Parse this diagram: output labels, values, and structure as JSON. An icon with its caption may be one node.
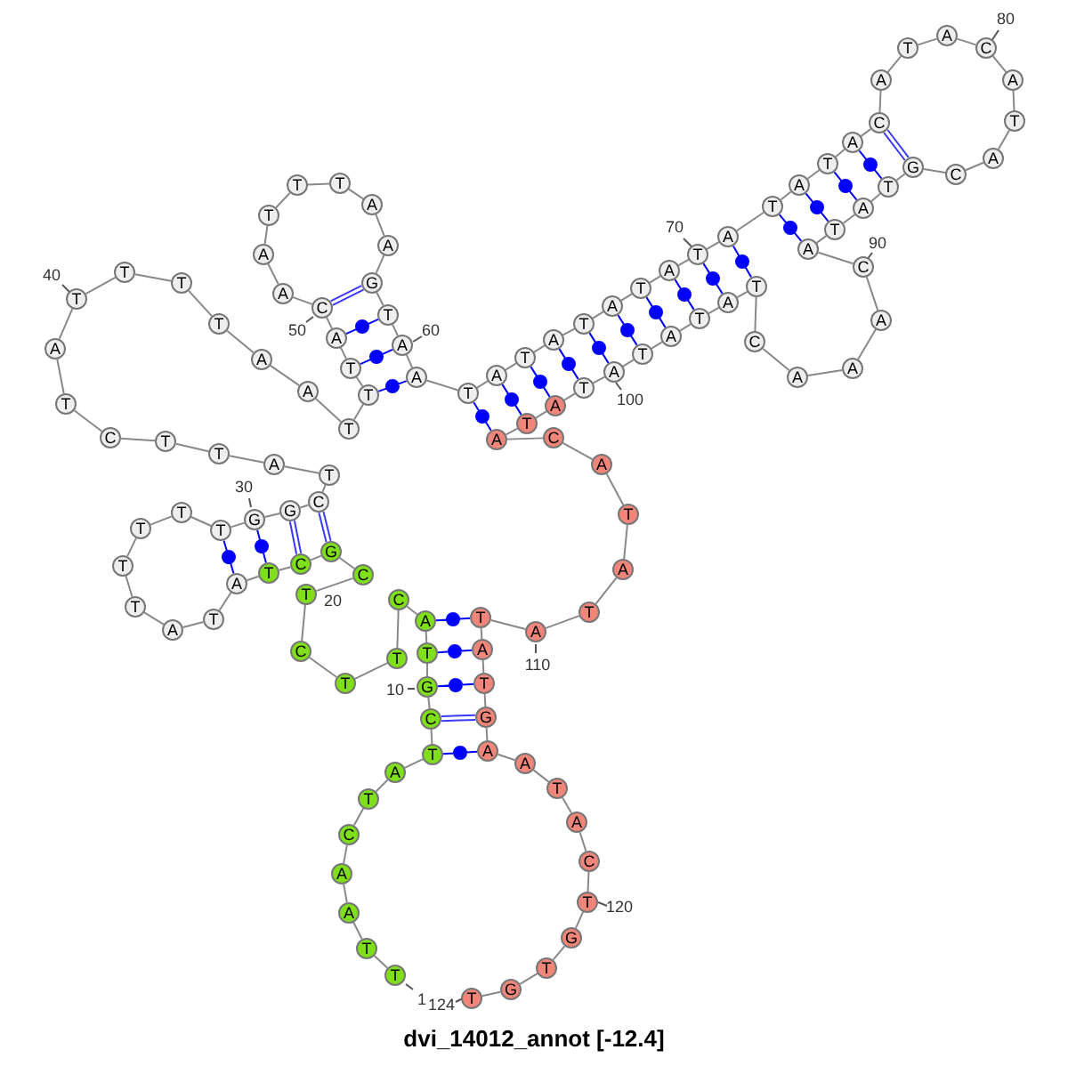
{
  "diagram": {
    "title": "dvi_14012_annot [-12.4]",
    "nodes": [
      {
        "text": [
          "T"
        ]
      },
      {
        "text": [
          "T"
        ]
      },
      {
        "text": [
          "A"
        ]
      },
      {
        "text": [
          "A"
        ]
      },
      {
        "text": [
          "C"
        ]
      },
      {
        "text": [
          "T"
        ]
      },
      {
        "text": [
          "A"
        ]
      },
      {
        "text": [
          "T"
        ]
      },
      {
        "text": [
          "C"
        ]
      },
      {
        "text": [
          "G"
        ]
      },
      {
        "text": [
          "T"
        ]
      },
      {
        "text": [
          "A"
        ]
      },
      {
        "text": [
          "C"
        ]
      },
      {
        "text": [
          "T"
        ]
      },
      {
        "text": [
          "T"
        ]
      },
      {
        "text": [
          "C"
        ]
      },
      {
        "text": [
          "T"
        ]
      },
      {
        "text": [
          "C"
        ]
      },
      {
        "text": [
          "G"
        ]
      },
      {
        "text": [
          "C"
        ]
      },
      {
        "text": [
          "T"
        ]
      },
      {
        "text": [
          "A"
        ]
      },
      {
        "text": [
          "T"
        ]
      },
      {
        "text": [
          "A"
        ]
      },
      {
        "text": [
          "T"
        ]
      },
      {
        "text": [
          "T"
        ]
      },
      {
        "text": [
          "T"
        ]
      },
      {
        "text": [
          "T"
        ]
      },
      {
        "text": [
          "T"
        ]
      },
      {
        "text": [
          "G"
        ]
      },
      {
        "text": [
          "G"
        ]
      },
      {
        "text": [
          "C"
        ]
      },
      {
        "text": [
          "T"
        ]
      },
      {
        "text": [
          "A"
        ]
      },
      {
        "text": [
          "T"
        ]
      },
      {
        "text": [
          "T"
        ]
      },
      {
        "text": [
          "C"
        ]
      },
      {
        "text": [
          "T"
        ]
      },
      {
        "text": [
          "A"
        ]
      },
      {
        "text": [
          "T"
        ]
      },
      {
        "text": [
          "T"
        ]
      },
      {
        "text": [
          "T"
        ]
      },
      {
        "text": [
          "T"
        ]
      },
      {
        "text": [
          "A"
        ]
      },
      {
        "text": [
          "A"
        ]
      },
      {
        "text": [
          "T"
        ]
      },
      {
        "text": [
          "T"
        ]
      },
      {
        "text": [
          "T"
        ]
      },
      {
        "text": [
          "A"
        ]
      },
      {
        "text": [
          "C"
        ]
      },
      {
        "text": [
          "A"
        ]
      },
      {
        "text": [
          "A"
        ]
      },
      {
        "text": [
          "T"
        ]
      },
      {
        "text": [
          "T"
        ]
      },
      {
        "text": [
          "T"
        ]
      },
      {
        "text": [
          "A"
        ]
      },
      {
        "text": [
          "A"
        ]
      },
      {
        "text": [
          "G"
        ]
      },
      {
        "text": [
          "T"
        ]
      },
      {
        "text": [
          "A"
        ]
      },
      {
        "text": [
          "A"
        ]
      },
      {
        "text": [
          "T"
        ]
      },
      {
        "text": [
          "A"
        ]
      },
      {
        "text": [
          "T"
        ]
      },
      {
        "text": [
          "A"
        ]
      },
      {
        "text": [
          "T"
        ]
      },
      {
        "text": [
          "A"
        ]
      },
      {
        "text": [
          "T"
        ]
      },
      {
        "text": [
          "A"
        ]
      },
      {
        "text": [
          "T"
        ]
      },
      {
        "text": [
          "A"
        ]
      },
      {
        "text": [
          "T"
        ]
      },
      {
        "text": [
          "A"
        ]
      },
      {
        "text": [
          "T"
        ]
      },
      {
        "text": [
          "A"
        ]
      },
      {
        "text": [
          "C"
        ]
      },
      {
        "text": [
          "A"
        ]
      },
      {
        "text": [
          "T"
        ]
      },
      {
        "text": [
          "A"
        ]
      },
      {
        "text": [
          "C"
        ]
      },
      {
        "text": [
          "A"
        ]
      },
      {
        "text": [
          "T"
        ]
      },
      {
        "text": [
          "A"
        ]
      },
      {
        "text": [
          "C"
        ]
      },
      {
        "text": [
          "G"
        ]
      },
      {
        "text": [
          "T"
        ]
      },
      {
        "text": [
          "A"
        ]
      },
      {
        "text": [
          "T"
        ]
      },
      {
        "text": [
          "A"
        ]
      },
      {
        "text": [
          "C"
        ]
      },
      {
        "text": [
          "A"
        ]
      },
      {
        "text": [
          "A"
        ]
      },
      {
        "text": [
          "A"
        ]
      },
      {
        "text": [
          "C"
        ]
      },
      {
        "text": [
          "T"
        ]
      },
      {
        "text": [
          "A"
        ]
      },
      {
        "text": [
          "T"
        ]
      },
      {
        "text": [
          "A"
        ]
      },
      {
        "text": [
          "T"
        ]
      },
      {
        "text": [
          "A"
        ]
      },
      {
        "text": [
          "T"
        ]
      },
      {
        "text": [
          "A"
        ]
      },
      {
        "text": [
          "T"
        ]
      },
      {
        "text": [
          "A"
        ]
      },
      {
        "text": [
          "C"
        ]
      },
      {
        "text": [
          "A"
        ]
      },
      {
        "text": [
          "T"
        ]
      },
      {
        "text": [
          "A"
        ]
      },
      {
        "text": [
          "T"
        ]
      },
      {
        "text": [
          "A"
        ]
      },
      {
        "text": [
          "T"
        ]
      },
      {
        "text": [
          "A"
        ]
      },
      {
        "text": [
          "T"
        ]
      },
      {
        "text": [
          "G"
        ]
      },
      {
        "text": [
          "A"
        ]
      },
      {
        "text": [
          "A"
        ]
      },
      {
        "text": [
          "T"
        ]
      },
      {
        "text": [
          "A"
        ]
      },
      {
        "text": [
          "C"
        ]
      },
      {
        "text": [
          "T"
        ]
      },
      {
        "text": [
          "G"
        ]
      },
      {
        "text": [
          "T"
        ]
      },
      {
        "text": [
          "G"
        ]
      },
      {
        "text": [
          "T"
        ]
      }
    ],
    "edges": [
      {
        "from": 0,
        "to": 1,
        "arrow": "none"
      },
      {
        "from": 1,
        "to": 2,
        "arrow": "none"
      },
      {
        "from": 2,
        "to": 3,
        "arrow": "none"
      },
      {
        "from": 3,
        "to": 4,
        "arrow": "none"
      },
      {
        "from": 4,
        "to": 5,
        "arrow": "none"
      },
      {
        "from": 5,
        "to": 6,
        "arrow": "none"
      },
      {
        "from": 6,
        "to": 7,
        "arrow": "none"
      },
      {
        "from": 7,
        "to": 8,
        "arrow": "none"
      },
      {
        "from": 8,
        "to": 9,
        "arrow": "none"
      },
      {
        "from": 9,
        "to": 10,
        "arrow": "none"
      },
      {
        "from": 10,
        "to": 11,
        "arrow": "none"
      },
      {
        "from": 11,
        "to": 12,
        "arrow": "none"
      },
      {
        "from": 12,
        "to": 13,
        "arrow": "none"
      },
      {
        "from": 13,
        "to": 14,
        "arrow": "none"
      },
      {
        "from": 14,
        "to": 15,
        "arrow": "none"
      },
      {
        "from": 15,
        "to": 16,
        "arrow": "none"
      },
      {
        "from": 16,
        "to": 17,
        "arrow": "none"
      },
      {
        "from": 17,
        "to": 18,
        "arrow": "none"
      },
      {
        "from": 18,
        "to": 19,
        "arrow": "none"
      },
      {
        "from": 19,
        "to": 20,
        "arrow": "none"
      },
      {
        "from": 20,
        "to": 21,
        "arrow": "none"
      },
      {
        "from": 21,
        "to": 22,
        "arrow": "none"
      },
      {
        "from": 22,
        "to": 23,
        "arrow": "none"
      },
      {
        "from": 23,
        "to": 24,
        "arrow": "none"
      },
      {
        "from": 24,
        "to": 25,
        "arrow": "none"
      },
      {
        "from": 25,
        "to": 26,
        "arrow": "none"
      },
      {
        "from": 26,
        "to": 27,
        "arrow": "none"
      },
      {
        "from": 27,
        "to": 28,
        "arrow": "none"
      },
      {
        "from": 28,
        "to": 29,
        "arrow": "none"
      },
      {
        "from": 29,
        "to": 30,
        "arrow": "none"
      },
      {
        "from": 30,
        "to": 31,
        "arrow": "none"
      },
      {
        "from": 31,
        "to": 32,
        "arrow": "none"
      },
      {
        "from": 32,
        "to": 33,
        "arrow": "none"
      },
      {
        "from": 33,
        "to": 34,
        "arrow": "none"
      },
      {
        "from": 34,
        "to": 35,
        "arrow": "none"
      },
      {
        "from": 35,
        "to": 36,
        "arrow": "none"
      },
      {
        "from": 36,
        "to": 37,
        "arrow": "none"
      },
      {
        "from": 37,
        "to": 38,
        "arrow": "none"
      },
      {
        "from": 38,
        "to": 39,
        "arrow": "none"
      },
      {
        "from": 39,
        "to": 40,
        "arrow": "none"
      },
      {
        "from": 40,
        "to": 41,
        "arrow": "none"
      },
      {
        "from": 41,
        "to": 42,
        "arrow": "none"
      },
      {
        "from": 42,
        "to": 43,
        "arrow": "none"
      },
      {
        "from": 43,
        "to": 44,
        "arrow": "none"
      },
      {
        "from": 44,
        "to": 45,
        "arrow": "none"
      },
      {
        "from": 45,
        "to": 46,
        "arrow": "none"
      },
      {
        "from": 46,
        "to": 47,
        "arrow": "none"
      },
      {
        "from": 47,
        "to": 48,
        "arrow": "none"
      },
      {
        "from": 48,
        "to": 49,
        "arrow": "none"
      },
      {
        "from": 49,
        "to": 50,
        "arrow": "none"
      },
      {
        "from": 50,
        "to": 51,
        "arrow": "none"
      },
      {
        "from": 51,
        "to": 52,
        "arrow": "none"
      },
      {
        "from": 52,
        "to": 53,
        "arrow": "none"
      },
      {
        "from": 53,
        "to": 54,
        "arrow": "none"
      },
      {
        "from": 54,
        "to": 55,
        "arrow": "none"
      },
      {
        "from": 55,
        "to": 56,
        "arrow": "none"
      },
      {
        "from": 56,
        "to": 57,
        "arrow": "none"
      },
      {
        "from": 57,
        "to": 58,
        "arrow": "none"
      },
      {
        "from": 58,
        "to": 59,
        "arrow": "none"
      },
      {
        "from": 59,
        "to": 60,
        "arrow": "none"
      },
      {
        "from": 60,
        "to": 61,
        "arrow": "none"
      },
      {
        "from": 61,
        "to": 62,
        "arrow": "none"
      },
      {
        "from": 62,
        "to": 63,
        "arrow": "none"
      },
      {
        "from": 63,
        "to": 64,
        "arrow": "none"
      },
      {
        "from": 64,
        "to": 65,
        "arrow": "none"
      },
      {
        "from": 65,
        "to": 66,
        "arrow": "none"
      },
      {
        "from": 66,
        "to": 67,
        "arrow": "none"
      },
      {
        "from": 67,
        "to": 68,
        "arrow": "none"
      },
      {
        "from": 68,
        "to": 69,
        "arrow": "none"
      },
      {
        "from": 69,
        "to": 70,
        "arrow": "none"
      },
      {
        "from": 70,
        "to": 71,
        "arrow": "none"
      },
      {
        "from": 71,
        "to": 72,
        "arrow": "none"
      },
      {
        "from": 72,
        "to": 73,
        "arrow": "none"
      },
      {
        "from": 73,
        "to": 74,
        "arrow": "none"
      },
      {
        "from": 74,
        "to": 75,
        "arrow": "none"
      },
      {
        "from": 75,
        "to": 76,
        "arrow": "none"
      },
      {
        "from": 76,
        "to": 77,
        "arrow": "none"
      },
      {
        "from": 77,
        "to": 78,
        "arrow": "none"
      },
      {
        "from": 78,
        "to": 79,
        "arrow": "none"
      },
      {
        "from": 79,
        "to": 80,
        "arrow": "none"
      },
      {
        "from": 80,
        "to": 81,
        "arrow": "none"
      },
      {
        "from": 81,
        "to": 82,
        "arrow": "none"
      },
      {
        "from": 82,
        "to": 83,
        "arrow": "none"
      },
      {
        "from": 83,
        "to": 84,
        "arrow": "none"
      },
      {
        "from": 84,
        "to": 85,
        "arrow": "none"
      },
      {
        "from": 85,
        "to": 86,
        "arrow": "none"
      },
      {
        "from": 86,
        "to": 87,
        "arrow": "none"
      },
      {
        "from": 87,
        "to": 88,
        "arrow": "none"
      },
      {
        "from": 88,
        "to": 89,
        "arrow": "none"
      },
      {
        "from": 89,
        "to": 90,
        "arrow": "none"
      },
      {
        "from": 90,
        "to": 91,
        "arrow": "none"
      },
      {
        "from": 91,
        "to": 92,
        "arrow": "none"
      },
      {
        "from": 92,
        "to": 93,
        "arrow": "none"
      },
      {
        "from": 93,
        "to": 94,
        "arrow": "none"
      },
      {
        "from": 94,
        "to": 95,
        "arrow": "none"
      },
      {
        "from": 95,
        "to": 96,
        "arrow": "none"
      },
      {
        "from": 96,
        "to": 97,
        "arrow": "none"
      },
      {
        "from": 97,
        "to": 98,
        "arrow": "none"
      },
      {
        "from": 98,
        "to": 99,
        "arrow": "none"
      },
      {
        "from": 99,
        "to": 100,
        "arrow": "none"
      },
      {
        "from": 100,
        "to": 101,
        "arrow": "none"
      },
      {
        "from": 101,
        "to": 102,
        "arrow": "none"
      },
      {
        "from": 102,
        "to": 103,
        "arrow": "none"
      },
      {
        "from": 103,
        "to": 104,
        "arrow": "none"
      },
      {
        "from": 104,
        "to": 105,
        "arrow": "none"
      },
      {
        "from": 105,
        "to": 106,
        "arrow": "none"
      },
      {
        "from": 106,
        "to": 107,
        "arrow": "none"
      },
      {
        "from": 107,
        "to": 108,
        "arrow": "none"
      },
      {
        "from": 108,
        "to": 109,
        "arrow": "none"
      },
      {
        "from": 109,
        "to": 110,
        "arrow": "none"
      },
      {
        "from": 110,
        "to": 111,
        "arrow": "none"
      },
      {
        "from": 111,
        "to": 112,
        "arrow": "none"
      },
      {
        "from": 112,
        "to": 113,
        "arrow": "none"
      },
      {
        "from": 113,
        "to": 114,
        "arrow": "none"
      },
      {
        "from": 114,
        "to": 115,
        "arrow": "none"
      },
      {
        "from": 115,
        "to": 116,
        "arrow": "none"
      },
      {
        "from": 116,
        "to": 117,
        "arrow": "none"
      },
      {
        "from": 117,
        "to": 118,
        "arrow": "none"
      },
      {
        "from": 118,
        "to": 119,
        "arrow": "none"
      },
      {
        "from": 119,
        "to": 120,
        "arrow": "none"
      },
      {
        "from": 120,
        "to": 121,
        "arrow": "none"
      },
      {
        "from": 121,
        "to": 122,
        "arrow": "none"
      },
      {
        "from": 122,
        "to": 123,
        "arrow": "none"
      },
      {
        "from": 7,
        "to": 114,
        "arrow": "none",
        "color": "#0000ff"
      },
      {
        "from": 8,
        "to": 113,
        "arrow": "none",
        "color": "#3a3aff"
      },
      {
        "from": 9,
        "to": 112,
        "arrow": "none",
        "color": "#0000ff"
      },
      {
        "from": 10,
        "to": 111,
        "arrow": "none",
        "color": "#0000ff"
      },
      {
        "from": 11,
        "to": 110,
        "arrow": "none",
        "color": "#0000ff"
      },
      {
        "from": 18,
        "to": 31,
        "arrow": "none",
        "color": "#3a3aff"
      },
      {
        "from": 19,
        "to": 30,
        "arrow": "none",
        "color": "#3a3aff"
      },
      {
        "from": 20,
        "to": 29,
        "arrow": "none",
        "color": "#0000ff"
      },
      {
        "from": 21,
        "to": 28,
        "arrow": "none",
        "color": "#0000ff"
      },
      {
        "from": 46,
        "to": 60,
        "arrow": "none",
        "color": "#0000ff"
      },
      {
        "from": 47,
        "to": 59,
        "arrow": "none",
        "color": "#0000ff"
      },
      {
        "from": 48,
        "to": 58,
        "arrow": "none",
        "color": "#0000ff"
      },
      {
        "from": 49,
        "to": 57,
        "arrow": "none",
        "color": "#3a3aff"
      },
      {
        "from": 61,
        "to": 103,
        "arrow": "none",
        "color": "#0000ff"
      },
      {
        "from": 62,
        "to": 102,
        "arrow": "none",
        "color": "#0000ff"
      },
      {
        "from": 63,
        "to": 101,
        "arrow": "none",
        "color": "#0000ff"
      },
      {
        "from": 64,
        "to": 100,
        "arrow": "none",
        "color": "#0000ff"
      },
      {
        "from": 65,
        "to": 99,
        "arrow": "none",
        "color": "#0000ff"
      },
      {
        "from": 66,
        "to": 98,
        "arrow": "none",
        "color": "#0000ff"
      },
      {
        "from": 67,
        "to": 97,
        "arrow": "none",
        "color": "#0000ff"
      },
      {
        "from": 68,
        "to": 96,
        "arrow": "none",
        "color": "#0000ff"
      },
      {
        "from": 69,
        "to": 95,
        "arrow": "none",
        "color": "#0000ff"
      },
      {
        "from": 70,
        "to": 94,
        "arrow": "none",
        "color": "#0000ff"
      },
      {
        "from": 71,
        "to": 88,
        "arrow": "none",
        "color": "#0000ff"
      },
      {
        "from": 72,
        "to": 87,
        "arrow": "none",
        "color": "#0000ff"
      },
      {
        "from": 73,
        "to": 86,
        "arrow": "none",
        "color": "#0000ff"
      },
      {
        "from": 74,
        "to": 85,
        "arrow": "none",
        "color": "#0000ff"
      },
      {
        "from": 75,
        "to": 84,
        "arrow": "none",
        "color": "#3a3aff"
      }
    ],
    "labels": [
      "80",
      "70",
      "90",
      "40",
      "50",
      "60",
      "100",
      "30",
      "20",
      "110",
      "10",
      "120",
      "1",
      "124"
    ]
  }
}
